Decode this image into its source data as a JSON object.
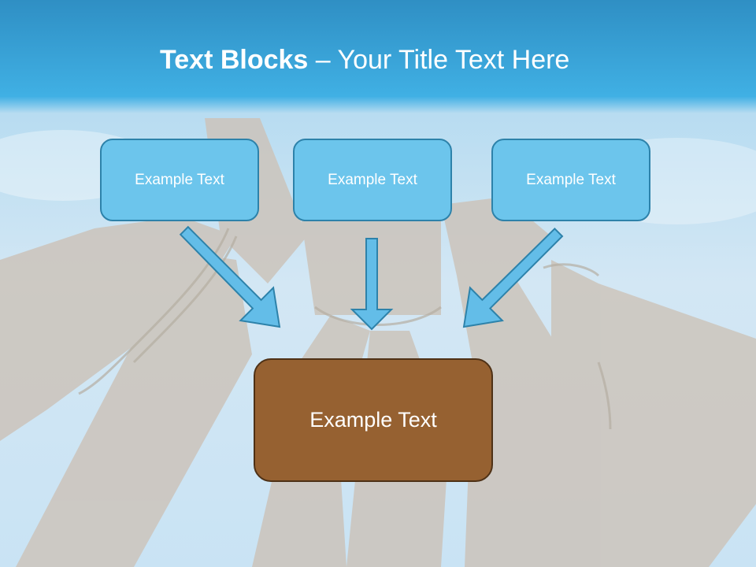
{
  "slide": {
    "title_bold": "Text Blocks",
    "title_rest": " – Your Title Text Here",
    "boxes": [
      {
        "label": "Example Text"
      },
      {
        "label": "Example Text"
      },
      {
        "label": "Example Text"
      }
    ],
    "center_box": {
      "label": "Example Text"
    }
  },
  "colors": {
    "header_blue": "#3aa7d9",
    "box_fill": "#6cc5ec",
    "box_border": "#2d82aa",
    "center_fill": "#966131",
    "center_border": "#4e3116",
    "arrow_fill": "#63bde8",
    "arrow_stroke": "#2d82aa"
  }
}
